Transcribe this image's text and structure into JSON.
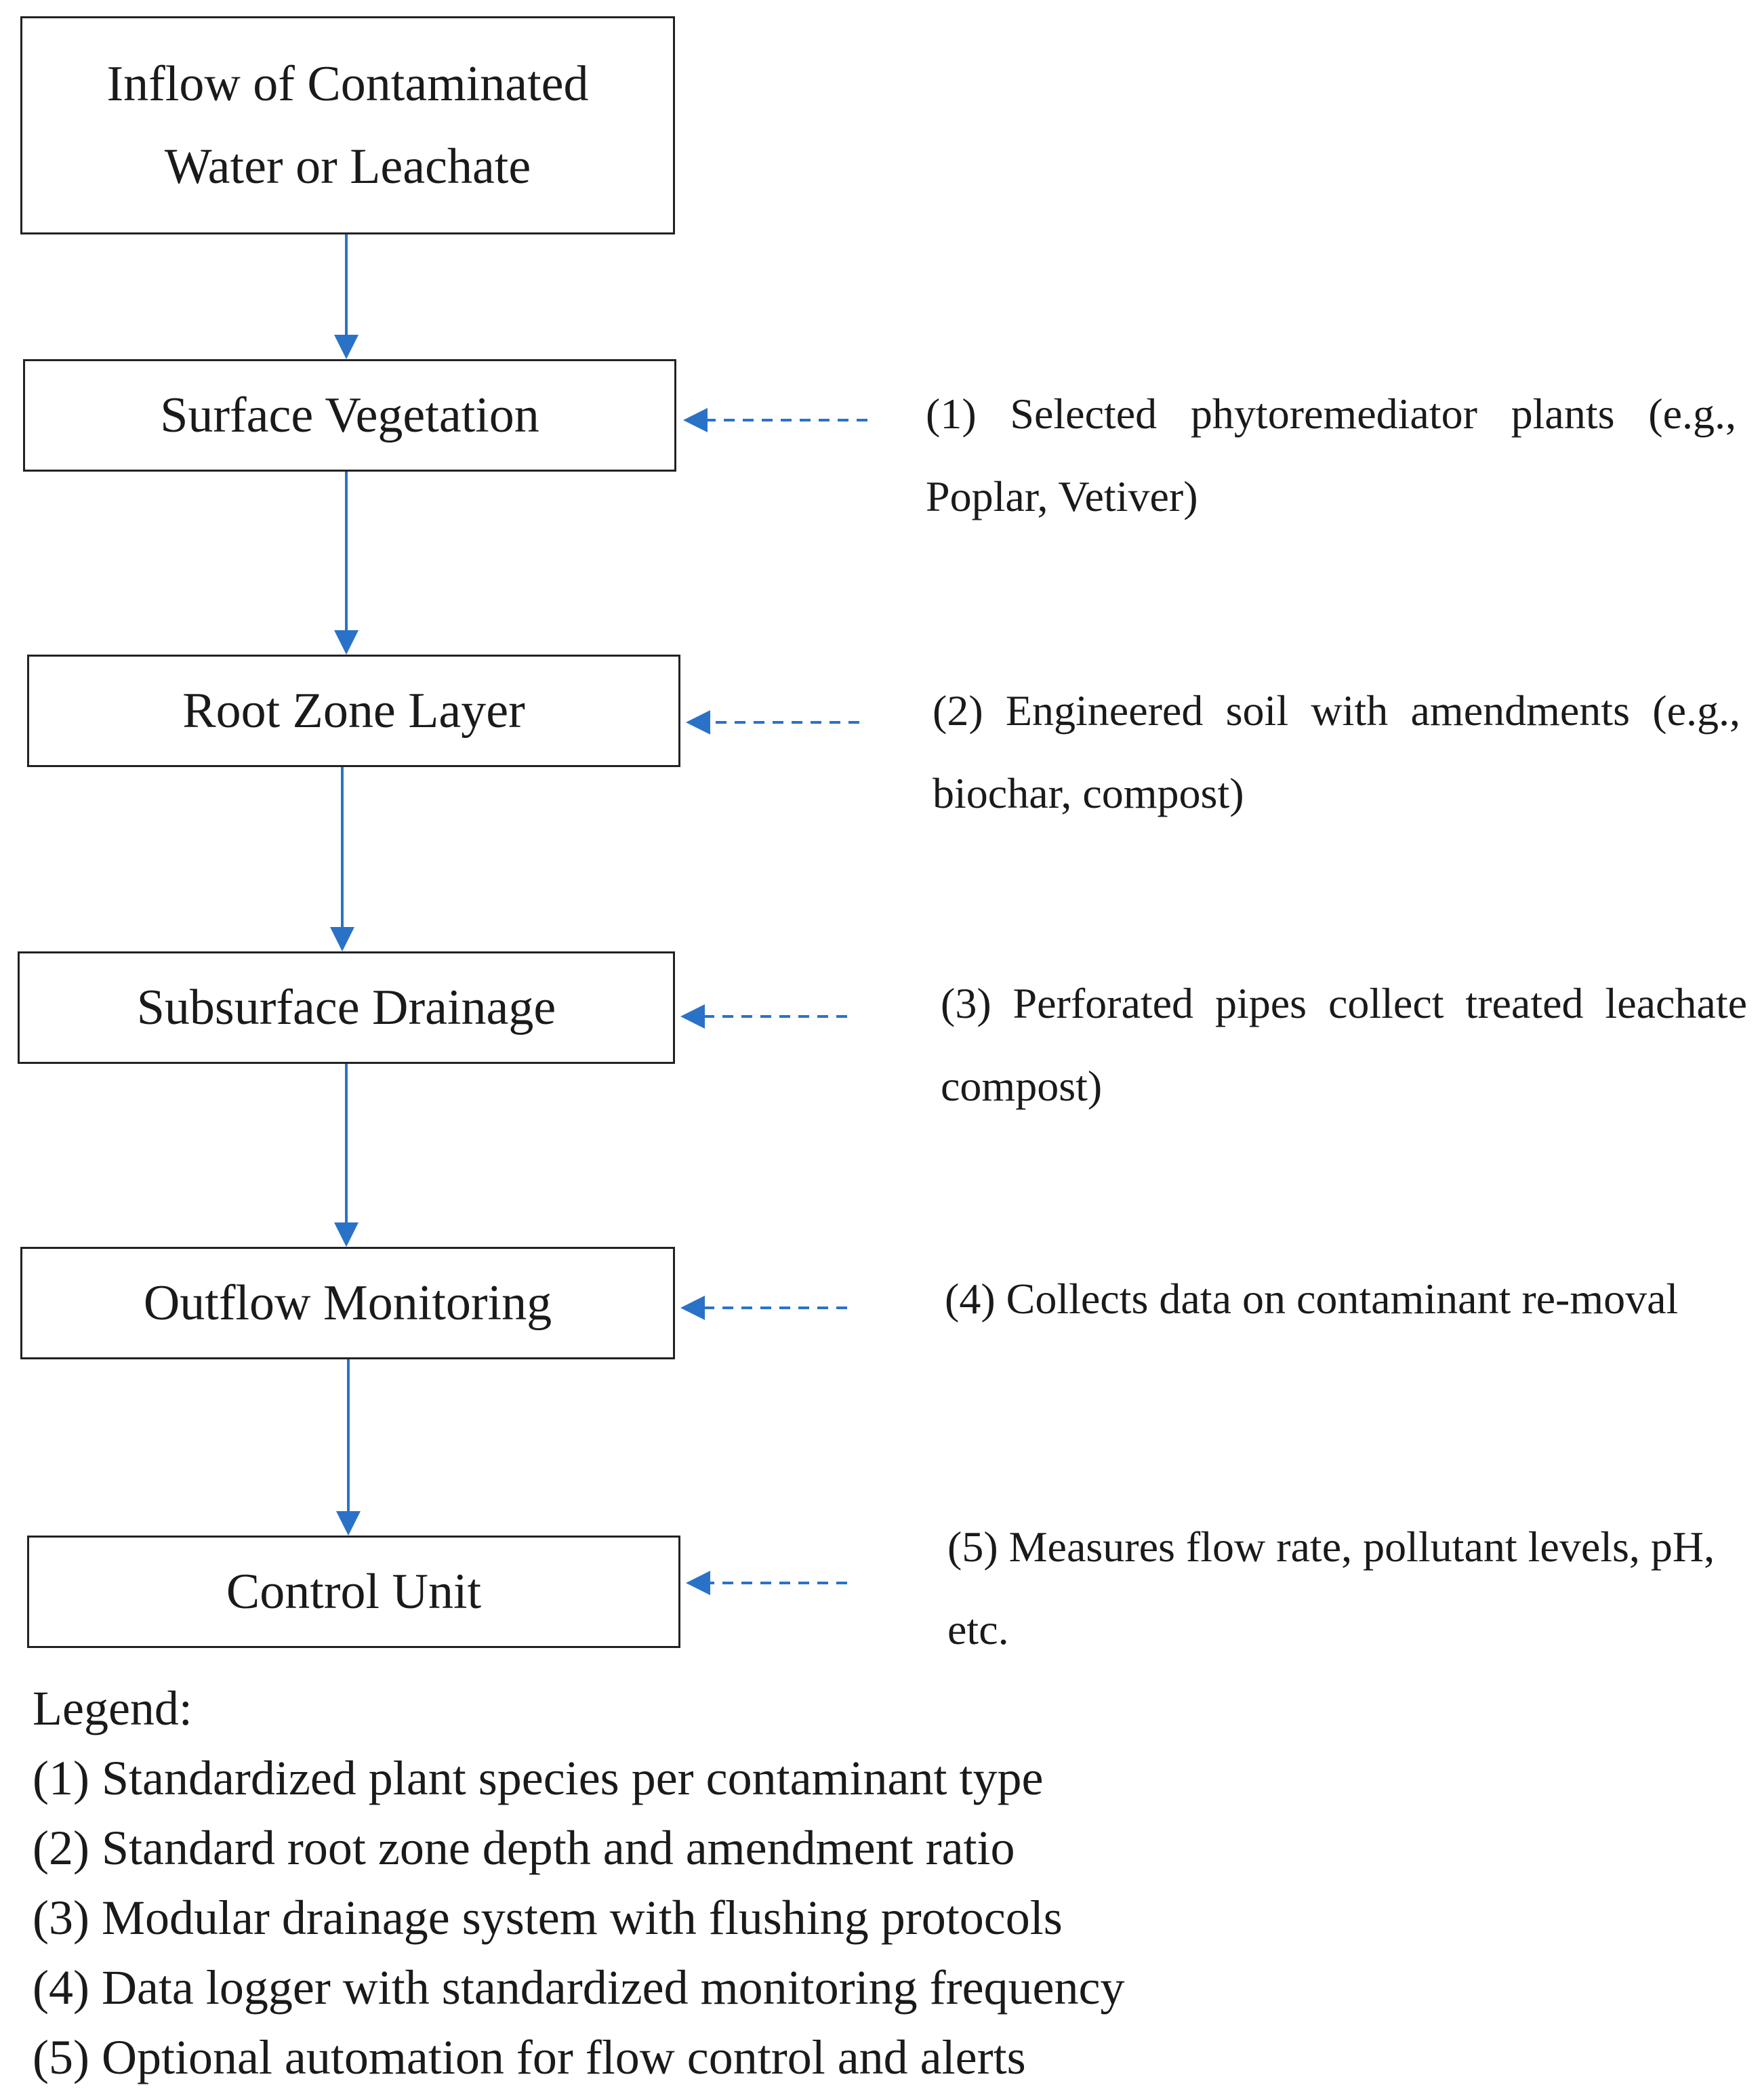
{
  "boxes": {
    "inflow": "Inflow of Contaminated Water or Leachate",
    "surface_vegetation": "Surface Vegetation",
    "root_zone": "Root Zone Layer",
    "subsurface_drainage": "Subsurface Drainage",
    "outflow_monitoring": "Outflow Monitoring",
    "control_unit": "Control Unit"
  },
  "notes": [
    "(1) Selected phytoremediator plants (e.g., Poplar, Vetiver)",
    "(2) Engineered soil with amendments (e.g., biochar, compost)",
    "(3) Perforated pipes collect treated leachate compost)",
    "(4) Collects data on contaminant re-moval",
    "(5) Measures flow rate, pollutant levels, pH, etc."
  ],
  "legend": {
    "title": "Legend:",
    "items": [
      "(1) Standardized plant species per contaminant type",
      "(2) Standard root zone depth and amendment ratio",
      "(3) Modular drainage system with flushing protocols",
      "(4) Data logger with standardized monitoring frequency",
      "(5) Optional automation for flow control and alerts"
    ]
  },
  "colors": {
    "arrow": "#2a72c8",
    "border": "#222222",
    "text": "#1a1a1a"
  }
}
